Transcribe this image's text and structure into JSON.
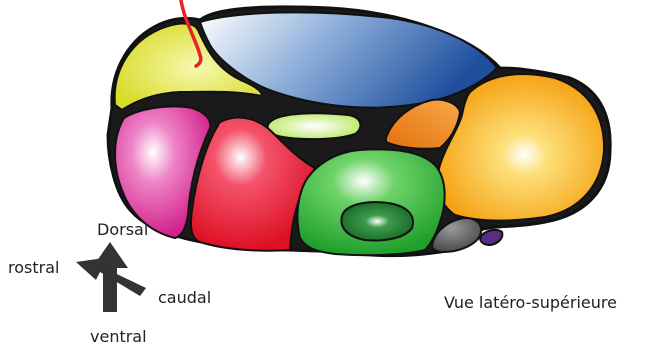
{
  "labels": {
    "dorsal": "Dorsal",
    "ventral": "ventral",
    "rostral": "rostral",
    "caudal": "caudal",
    "view_caption": "Vue latéro-supérieure"
  },
  "colors": {
    "outline": "#111111",
    "yellow_region": "#e7ea3a",
    "blue_region": "#2f5fae",
    "light_green_region": "#c9f06a",
    "orange_region": "#f08a1e",
    "yellow_orange_region": "#f7b21c",
    "pink_region": "#e0389d",
    "red_region": "#e5182f",
    "green_region": "#2db338",
    "dark_green_nucleus": "#1a7a2e",
    "gray_region": "#555555",
    "purple_region": "#5a2d82",
    "red_pointer": "#e8202a",
    "arrow": "#333333"
  }
}
